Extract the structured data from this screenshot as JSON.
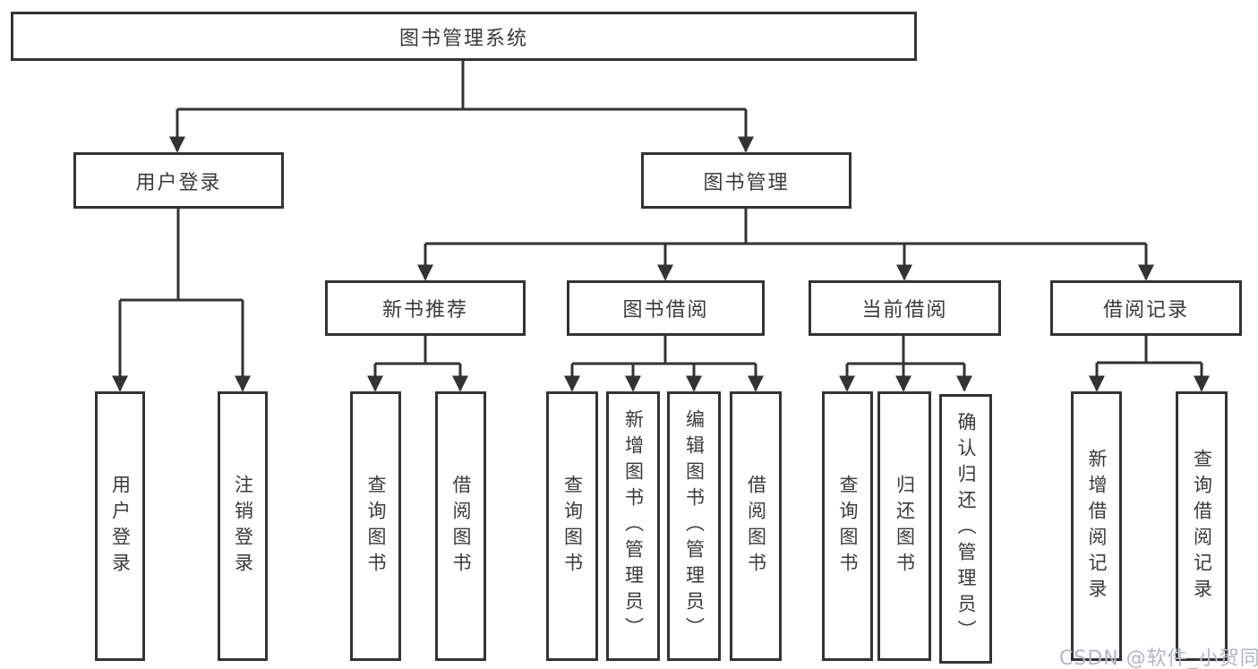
{
  "colors": {
    "line": "#333333",
    "text": "#3a3a3a",
    "background": "#ffffff",
    "watermark": "#b3b6c0"
  },
  "nodes": {
    "root": "图书管理系统",
    "user_login": "用户登录",
    "book_mgmt": "图书管理",
    "new_book_rec": "新书推荐",
    "book_borrow": "图书借阅",
    "current_borrow": "当前借阅",
    "borrow_record": "借阅记录",
    "ul_user_login": "用户登录",
    "ul_logout": "注销登录",
    "nb_query_book": "查询图书",
    "nb_borrow_book": "借阅图书",
    "bb_query_book": "查询图书",
    "bb_add_book": "新增图书（管理员）",
    "bb_edit_book": "编辑图书（管理员）",
    "bb_borrow_book": "借阅图书",
    "cb_query_book": "查询图书",
    "cb_return_book": "归还图书",
    "cb_confirm_return": "确认归还（管理员）",
    "br_add_record": "新增借阅记录",
    "br_query_record": "查询借阅记录"
  },
  "hierarchy": {
    "root": [
      "user_login",
      "book_mgmt"
    ],
    "user_login": [
      "ul_user_login",
      "ul_logout"
    ],
    "book_mgmt": [
      "new_book_rec",
      "book_borrow",
      "current_borrow",
      "borrow_record"
    ],
    "new_book_rec": [
      "nb_query_book",
      "nb_borrow_book"
    ],
    "book_borrow": [
      "bb_query_book",
      "bb_add_book",
      "bb_edit_book",
      "bb_borrow_book"
    ],
    "current_borrow": [
      "cb_query_book",
      "cb_return_book",
      "cb_confirm_return"
    ],
    "borrow_record": [
      "br_add_record",
      "br_query_record"
    ]
  },
  "watermark": "CSDN @软件_小贺同学"
}
